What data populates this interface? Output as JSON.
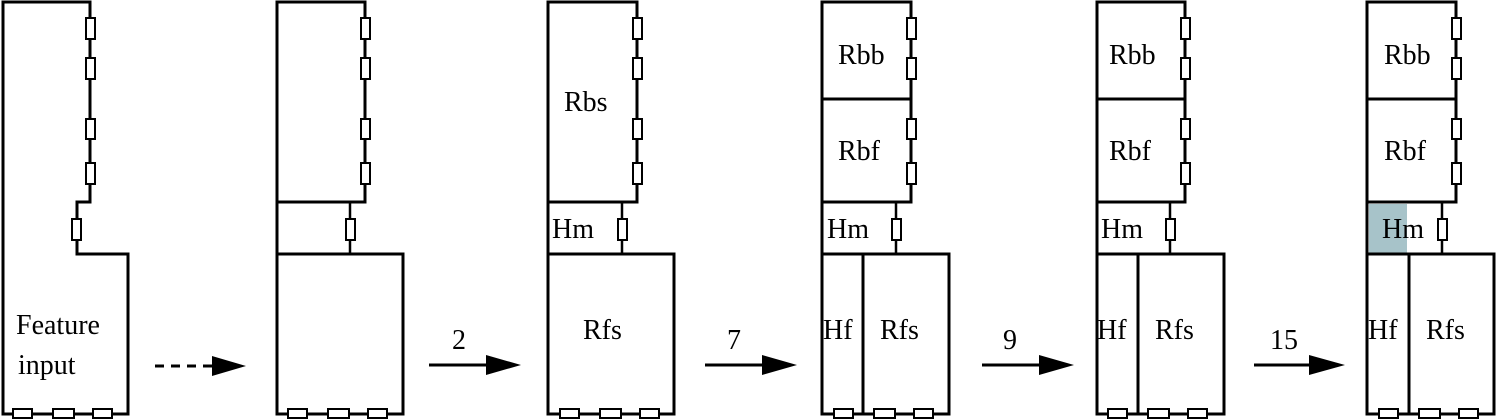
{
  "diagram": {
    "stages": [
      {
        "id": "stage-0",
        "labels": {
          "feature_line1": "Feature",
          "feature_line2": "input"
        }
      },
      {
        "id": "stage-1",
        "labels": {}
      },
      {
        "id": "stage-2",
        "labels": {
          "top": "Rbs",
          "mid": "Hm",
          "bottom": "Rfs"
        }
      },
      {
        "id": "stage-3",
        "labels": {
          "top1": "Rbb",
          "top2": "Rbf",
          "mid": "Hm",
          "bottom_left": "Hf",
          "bottom_right": "Rfs"
        }
      },
      {
        "id": "stage-4",
        "labels": {
          "top1": "Rbb",
          "top2": "Rbf",
          "mid": "Hm",
          "bottom_left": "Hf",
          "bottom_right": "Rfs"
        }
      },
      {
        "id": "stage-5",
        "labels": {
          "top1": "Rbb",
          "top2": "Rbf",
          "mid": "Hm",
          "bottom_left": "Hf",
          "bottom_right": "Rfs"
        },
        "highlight": "Hm"
      }
    ],
    "arrows": [
      {
        "from": "stage-0",
        "to": "stage-1",
        "label": "",
        "style": "dashed"
      },
      {
        "from": "stage-1",
        "to": "stage-2",
        "label": "2",
        "style": "solid"
      },
      {
        "from": "stage-2",
        "to": "stage-3",
        "label": "7",
        "style": "solid"
      },
      {
        "from": "stage-3",
        "to": "stage-4",
        "label": "9",
        "style": "solid"
      },
      {
        "from": "stage-4",
        "to": "stage-5",
        "label": "15",
        "style": "solid"
      }
    ],
    "colors": {
      "highlight": "#a7c3c9",
      "stroke": "#000000"
    }
  }
}
